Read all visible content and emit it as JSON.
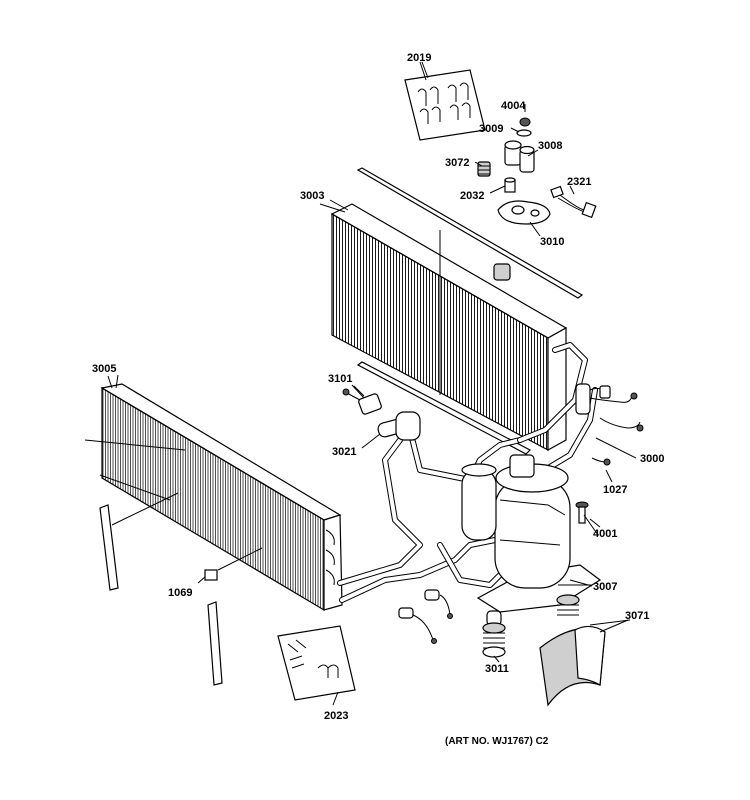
{
  "labels": {
    "p2019": "2019",
    "p4004": "4004",
    "p3009": "3009",
    "p3008": "3008",
    "p3072": "3072",
    "p2032": "2032",
    "p2321": "2321",
    "p3010": "3010",
    "p3003": "3003",
    "p3005": "3005",
    "p3101": "3101",
    "p3021": "3021",
    "p3000": "3000",
    "p1027": "1027",
    "p4001": "4001",
    "p3007": "3007",
    "p1069": "1069",
    "p3071": "3071",
    "p3011": "3011",
    "p2023": "2023"
  },
  "caption": "(ART NO. WJ1767) C2"
}
